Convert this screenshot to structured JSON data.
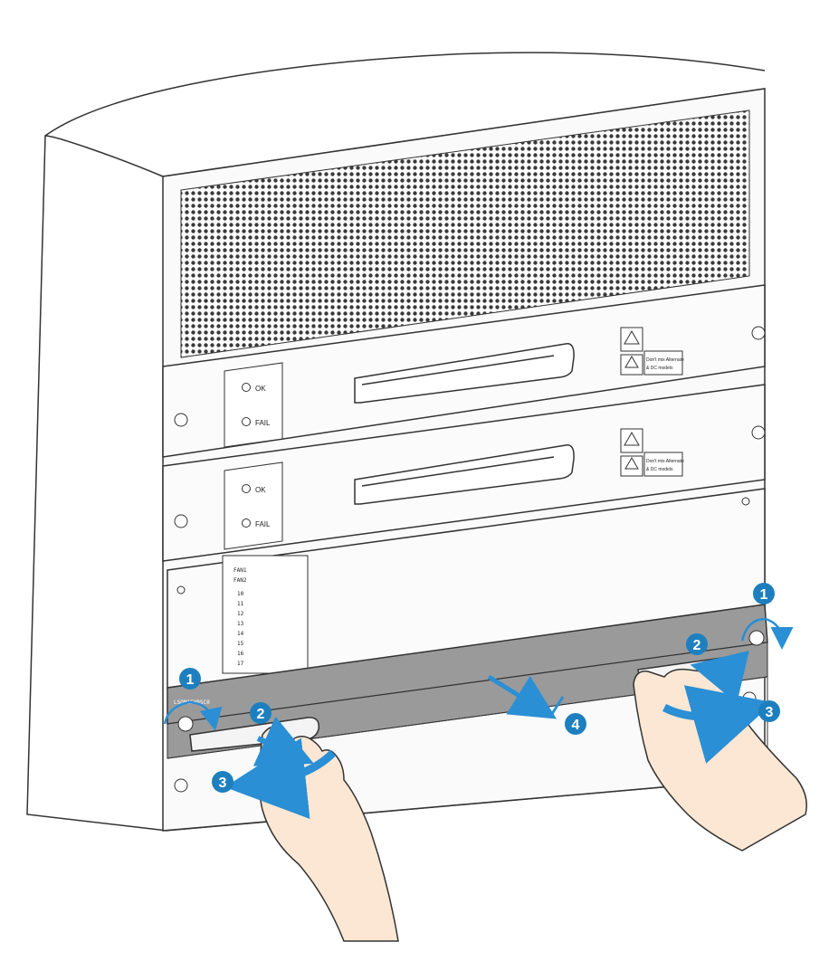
{
  "psu1": {
    "led_ok": "OK",
    "led_fail": "FAIL",
    "warn_text": [
      "Don't mix Alternate",
      "& DC models"
    ]
  },
  "psu2": {
    "led_ok": "OK",
    "led_fail": "FAIL",
    "warn_text": [
      "Don't mix Alternate",
      "& DC models"
    ]
  },
  "fan_tray": {
    "labels": [
      "FAN1",
      "FAN2",
      "10",
      "11",
      "12",
      "13",
      "14",
      "15",
      "16",
      "17"
    ]
  },
  "card": {
    "label": "LSQM1FWBSC0"
  },
  "steps": {
    "one": "1",
    "two": "2",
    "three": "3",
    "four": "4"
  },
  "colors": {
    "step_badge": "#1e7fbf",
    "arrow": "#2a8fd4",
    "card_gray": "#9a9a9a",
    "outline": "#333333"
  }
}
